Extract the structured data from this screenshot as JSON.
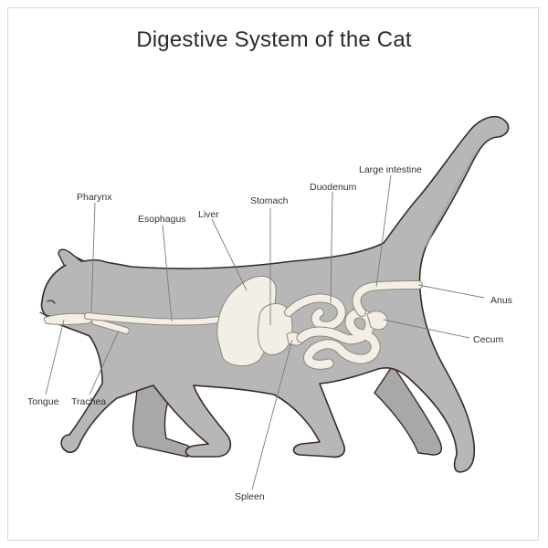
{
  "diagram": {
    "title": "Digestive System of the Cat",
    "labels": {
      "pharynx": "Pharynx",
      "esophagus": "Esophagus",
      "liver": "Liver",
      "stomach": "Stomach",
      "duodenum": "Duodenum",
      "large_intestine": "Large intestine",
      "anus": "Anus",
      "cecum": "Cecum",
      "tongue": "Tongue",
      "trachea": "Trachea",
      "spleen": "Spleen"
    }
  },
  "colors": {
    "body_fill": "#b7b7b7",
    "outline": "#3a2a22",
    "organ_fill": "#f3efe6",
    "frame": "#cfd8dc"
  }
}
